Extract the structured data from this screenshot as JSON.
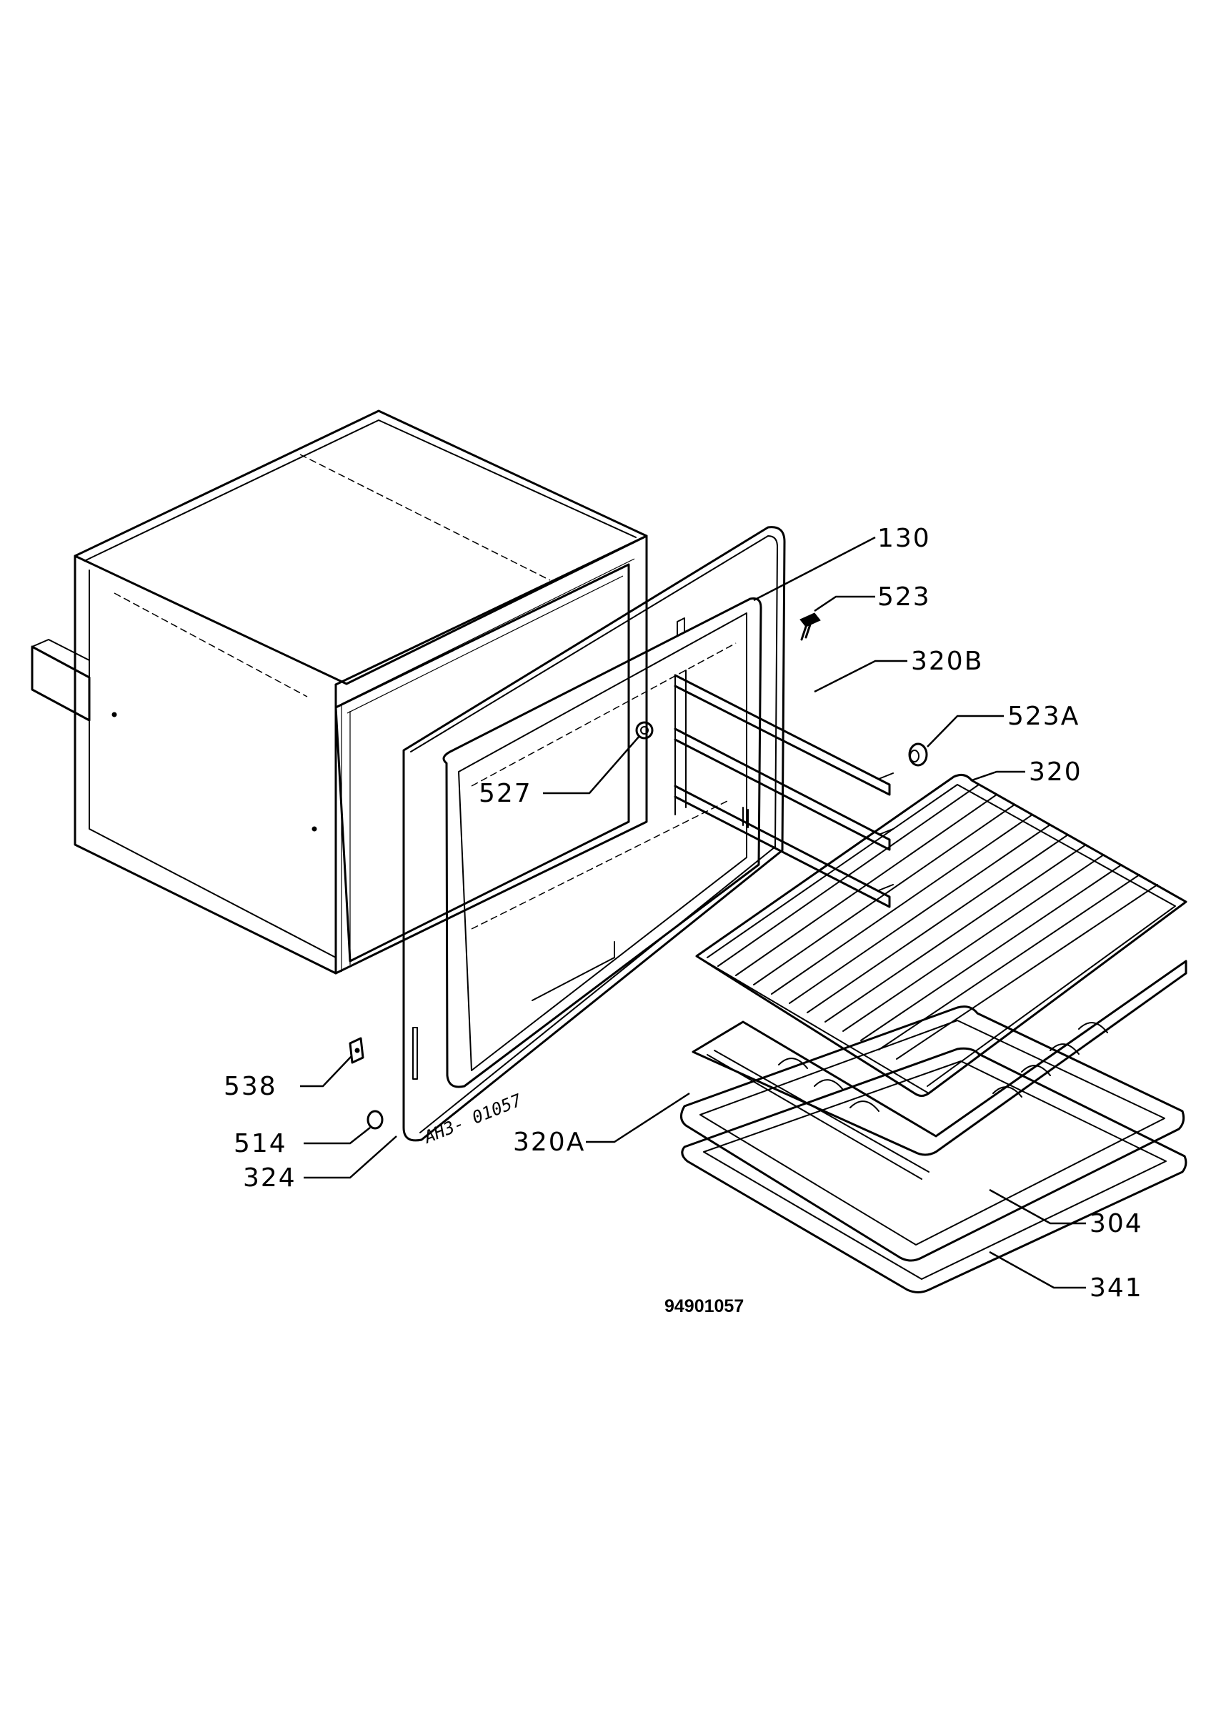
{
  "diagram": {
    "document_number": "94901057",
    "stamp_text": "AH3- 01057",
    "parts": [
      {
        "id": "130"
      },
      {
        "id": "523"
      },
      {
        "id": "320B"
      },
      {
        "id": "523A"
      },
      {
        "id": "320"
      },
      {
        "id": "527"
      },
      {
        "id": "538"
      },
      {
        "id": "514"
      },
      {
        "id": "324"
      },
      {
        "id": "320A"
      },
      {
        "id": "304"
      },
      {
        "id": "341"
      }
    ]
  }
}
